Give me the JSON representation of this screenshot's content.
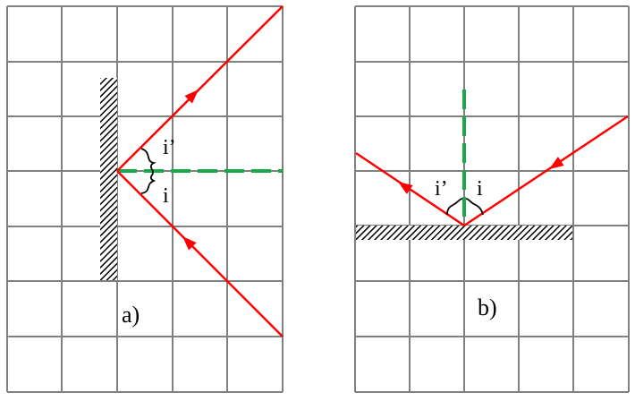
{
  "diagrams": [
    {
      "id": "a",
      "caption": "a)",
      "angle_incident_label": "i",
      "angle_reflected_label": "i’",
      "mirror_orientation": "vertical"
    },
    {
      "id": "b",
      "caption": "b)",
      "angle_incident_label": "i",
      "angle_reflected_label": "i’",
      "mirror_orientation": "horizontal"
    }
  ],
  "colors": {
    "grid": "#808080",
    "ray": "#ff0000",
    "normal": "#1aa84b",
    "mirror": "#000000"
  }
}
